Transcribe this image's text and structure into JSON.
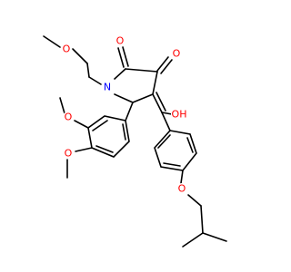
{
  "atoms": {
    "o_chain_ether": "O",
    "n_ring": "N",
    "o_ketone_a": "O",
    "o_ketone_b": "O",
    "o_hydroxyl": "OH",
    "o_methoxy_top": "O",
    "o_methoxy_bottom": "O",
    "o_isobutoxy": "O"
  },
  "colors": {
    "bond": "#000000",
    "oxygen": "#ff0000",
    "nitrogen": "#0000ff",
    "background": "#ffffff"
  }
}
